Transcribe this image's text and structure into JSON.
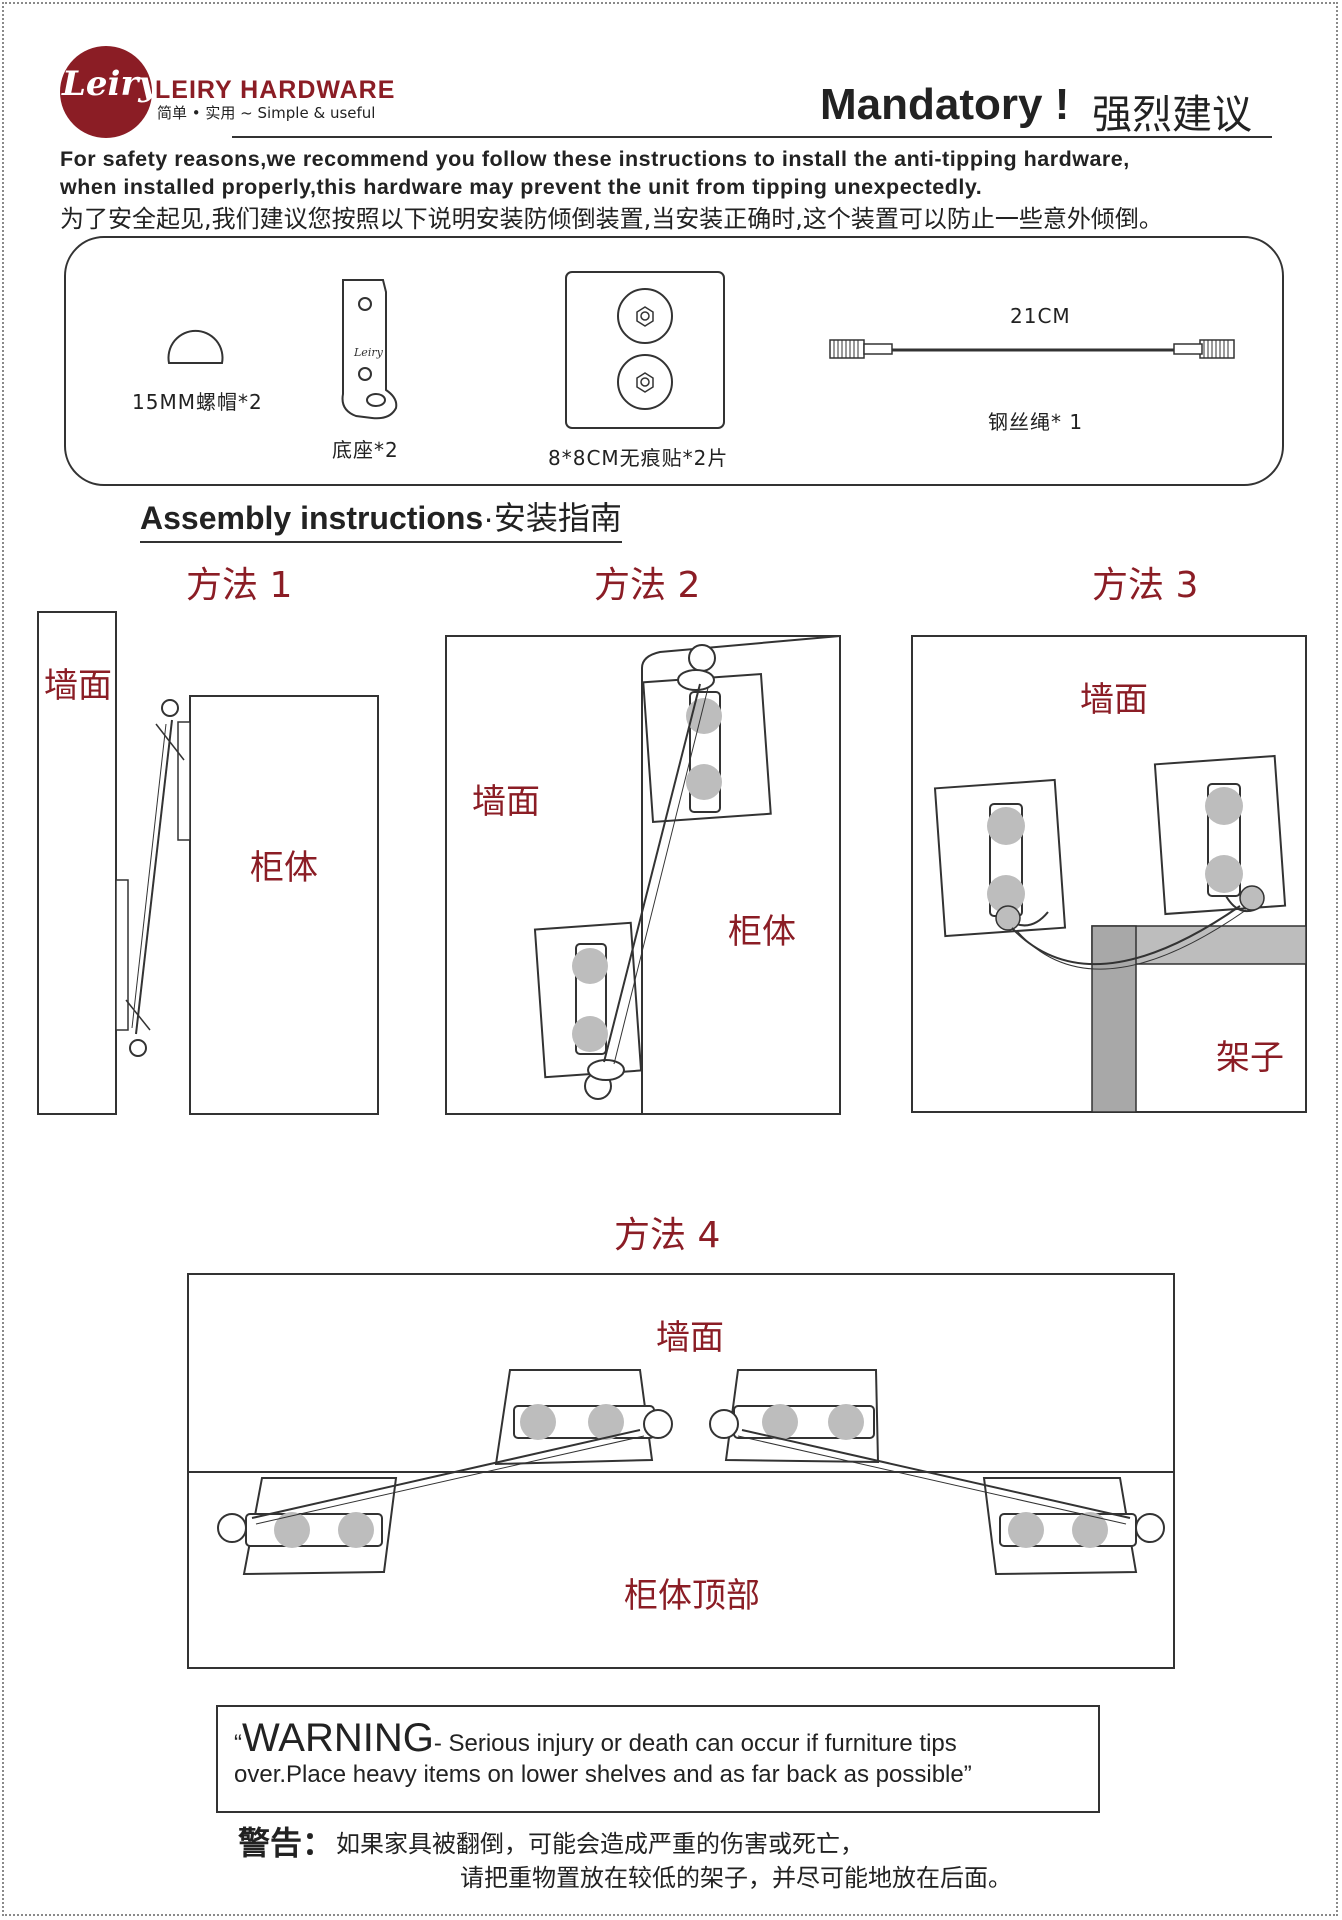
{
  "header": {
    "logo_text": "Leiry",
    "brand": "LEIRY HARDWARE",
    "tagline": "简单 • 实用 ~ Simple & useful",
    "mandatory_en": "Mandatory !",
    "mandatory_cn": "强烈建议"
  },
  "intro": {
    "en_line1": "For safety reasons,we recommend you follow these instructions to install the anti-tipping hardware,",
    "en_line2": "when installed properly,this hardware may prevent the unit from tipping unexpectedly.",
    "cn": "为了安全起见,我们建议您按照以下说明安装防倾倒装置,当安装正确时,这个装置可以防止一些意外倾倒。"
  },
  "parts": {
    "cap": "15MM螺帽*2",
    "bracket": "底座*2",
    "pad": "8*8CM无痕贴*2片",
    "rope_length": "21CM",
    "rope": "钢丝绳* 1"
  },
  "assembly": {
    "title_en": "Assembly instructions",
    "title_cn": "·安装指南"
  },
  "methods": {
    "m1": {
      "title": "方法 1",
      "wall": "墙面",
      "cabinet": "柜体"
    },
    "m2": {
      "title": "方法 2",
      "wall": "墙面",
      "cabinet": "柜体"
    },
    "m3": {
      "title": "方法 3",
      "wall": "墙面",
      "shelf": "架子"
    },
    "m4": {
      "title": "方法 4",
      "wall": "墙面",
      "cabinet_top": "柜体顶部"
    }
  },
  "warning": {
    "quote_open": "“",
    "word": "WARNING",
    "line1_rest": "- Serious injury or death can occur if furniture tips",
    "line2": "over.Place heavy items on lower shelves and as far back as possible”",
    "cn_head": "警告：",
    "cn_line1": "如果家具被翻倒，可能会造成严重的伤害或死亡，",
    "cn_line2": "请把重物置放在较低的架子，并尽可能地放在后面。"
  },
  "colors": {
    "accent": "#8b1d25",
    "ink": "#222222",
    "grey": "#bdbdbd"
  }
}
